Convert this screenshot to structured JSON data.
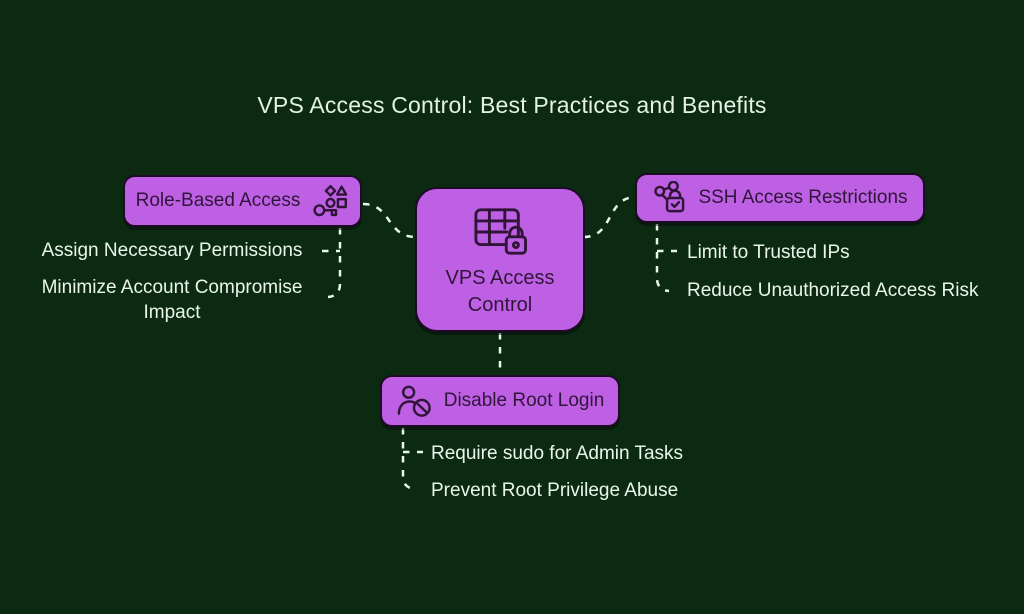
{
  "title": "VPS Access Control: Best Practices and Benefits",
  "colors": {
    "background": "#0b2a11",
    "node_fill": "#bd60e4",
    "node_border": "#1e0c27",
    "node_text": "#311539",
    "light_text": "#e9f6e9",
    "connector": "#e9f6e9"
  },
  "center_node": {
    "label": "VPS Access Control",
    "icon": "database-lock-icon"
  },
  "branches": [
    {
      "id": "role-based-access",
      "label": "Role-Based Access",
      "icon": "key-shapes-icon",
      "items": [
        "Assign Necessary Permissions",
        "Minimize Account Compromise Impact"
      ]
    },
    {
      "id": "ssh-access-restrictions",
      "label": "SSH Access Restrictions",
      "icon": "share-lock-icon",
      "items": [
        "Limit to Trusted IPs",
        "Reduce Unauthorized Access Risk"
      ]
    },
    {
      "id": "disable-root-login",
      "label": "Disable Root Login",
      "icon": "user-block-icon",
      "items": [
        "Require sudo for Admin Tasks",
        "Prevent Root Privilege Abuse"
      ]
    }
  ]
}
